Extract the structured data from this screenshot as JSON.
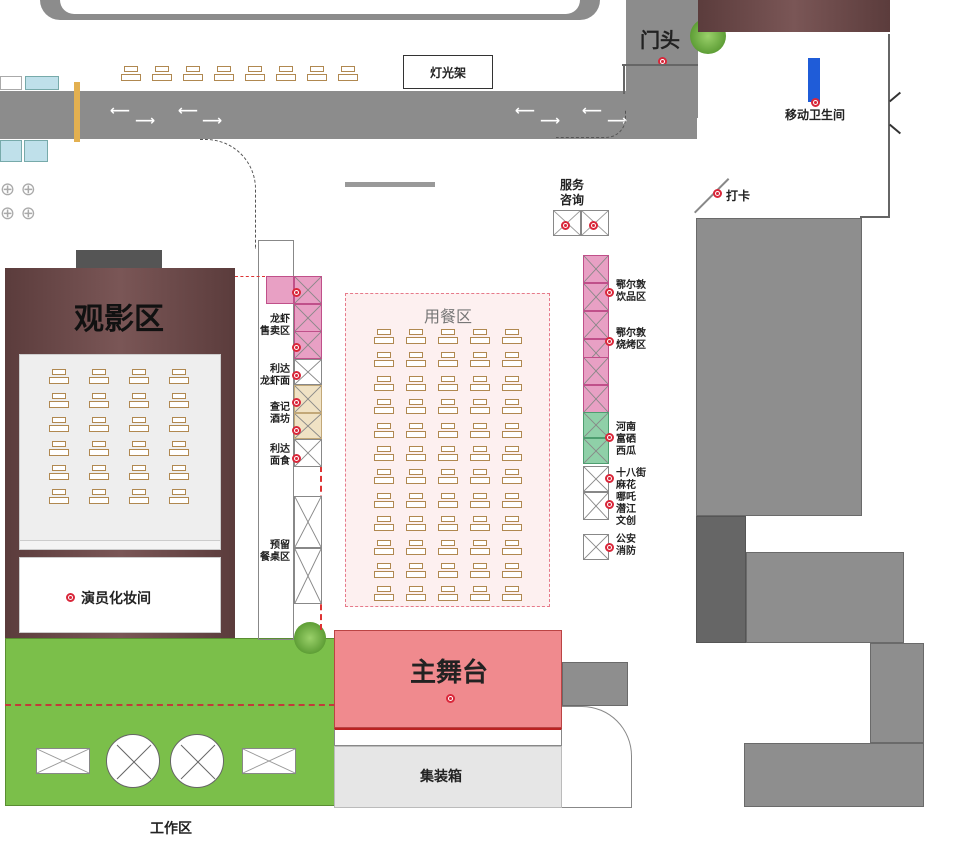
{
  "labels": {
    "entrance": "门头",
    "light_rack": "灯光架",
    "toilet": "移动卫生间",
    "checkin": "打卡",
    "service": "服务\n咨询",
    "viewing": "观影区",
    "dining": "用餐区",
    "crayfish": "龙虾\n售卖区",
    "lida_noodle": "利达\n龙虾面",
    "chaji": "查记\n酒坊",
    "lida_food": "利达\n面食",
    "reserved": "预留\n餐桌区",
    "erdos_drink": "鄂尔敦\n饮品区",
    "erdos_bbq": "鄂尔敦\n烧烤区",
    "henan_melon": "河南\n富硒\n西瓜",
    "mahua": "十八街\n麻花",
    "nezha": "哪吒\n潜江\n文创",
    "police": "公安\n消防",
    "makeup": "演员化妆间",
    "main_stage": "主舞台",
    "container": "集装箱",
    "work_area": "工作区"
  },
  "colors": {
    "road": "#8c8c8c",
    "building_dark": "#6e4a4a",
    "stage": "#f08a8e",
    "grass": "#7bbf4a",
    "pink_stall": "#e8a0c4",
    "green_stall": "#8fd0a8",
    "beige_stall": "#f0e2c4",
    "pin": "#d9273a"
  },
  "icons": [
    "location-pin-icon",
    "tree-icon",
    "right-arrow-icon",
    "left-arrow-icon"
  ]
}
